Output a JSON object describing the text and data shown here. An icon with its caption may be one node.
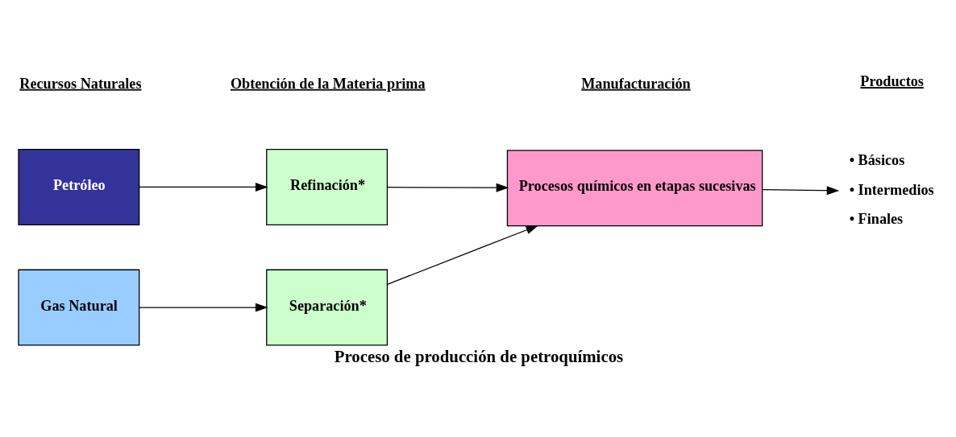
{
  "diagram": {
    "caption": "Proceso de producción de petroquímicos",
    "nodes": [
      {
        "text": [
          "Petróleo"
        ]
      },
      {
        "text": [
          "Gas Natural"
        ]
      },
      {
        "text": [
          "Refinación*"
        ]
      },
      {
        "text": [
          "Separación*"
        ]
      },
      {
        "text": [
          "Procesos químicos en etapas sucesivas"
        ]
      },
      {
        "text": [
          "• Básicos",
          "• Intermedios",
          "• Finales"
        ]
      }
    ],
    "edges": [
      {
        "from": 0,
        "to": 2,
        "arrow": "to"
      },
      {
        "from": 1,
        "to": 3,
        "arrow": "to"
      },
      {
        "from": 2,
        "to": 4,
        "arrow": "to"
      },
      {
        "from": 3,
        "to": 4,
        "arrow": "to"
      },
      {
        "from": 4,
        "to": 5,
        "arrow": "to"
      }
    ],
    "labels": [
      "Recursos Naturales",
      "Obtención de la Materia prima",
      "Manufacturación",
      "Productos"
    ]
  }
}
